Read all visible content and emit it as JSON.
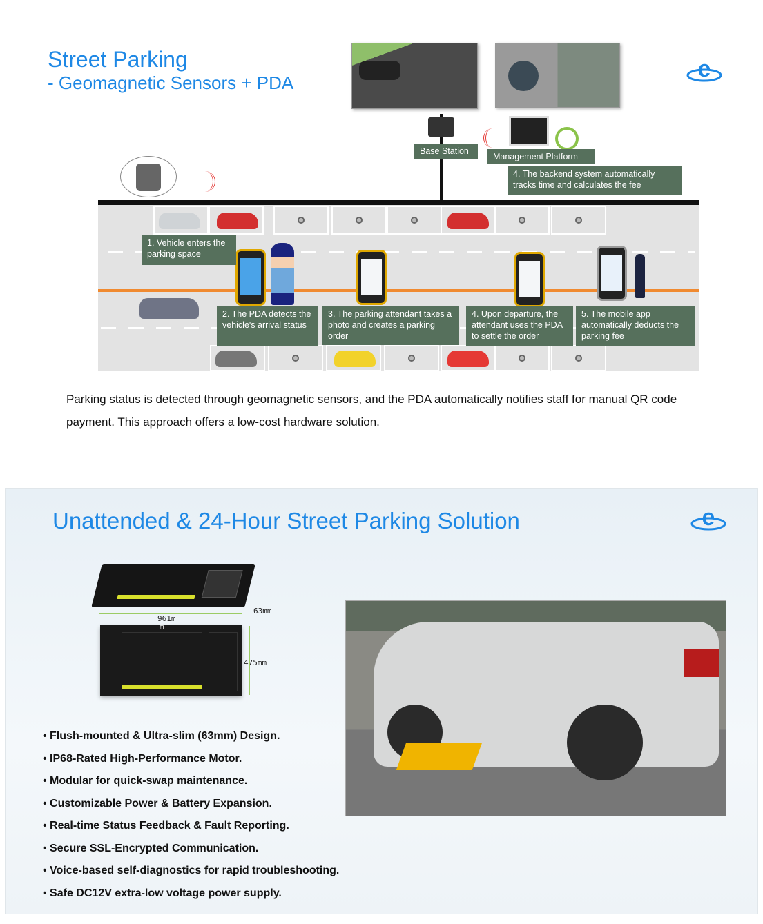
{
  "slide1": {
    "title": "Street Parking",
    "subtitle": "- Geomagnetic Sensors + PDA",
    "labels": {
      "base_station": "Base Station",
      "management_platform": "Management Platform",
      "step4_backend": "4. The backend system automatically tracks time and calculates the fee",
      "step1": "1. Vehicle enters the parking space",
      "step2": "2. The PDA detects the vehicle's arrival status",
      "step3": "3. The parking attendant takes a photo and creates a parking order",
      "step4_departure": "4. Upon departure, the attendant uses the PDA to settle the order",
      "step5": "5. The mobile app automatically deducts the parking fee"
    },
    "description": "Parking status is detected through geomagnetic sensors, and the PDA automatically notifies staff for manual QR code payment. This approach offers a low-cost hardware solution."
  },
  "slide2": {
    "title": "Unattended & 24-Hour Street Parking Solution",
    "dimensions": {
      "width": "961m",
      "width_tail": "m",
      "height": "63mm",
      "depth": "475mm"
    },
    "features": [
      "Flush-mounted & Ultra-slim (63mm) Design.",
      "IP68-Rated High-Performance Motor.",
      "Modular for quick-swap maintenance.",
      "Customizable Power & Battery Expansion.",
      "Real-time Status Feedback & Fault Reporting.",
      "Secure SSL-Encrypted Communication.",
      "Voice-based self-diagnostics for rapid troubleshooting.",
      "Safe DC12V extra-low voltage power supply."
    ]
  },
  "colors": {
    "accent": "#1e88e5",
    "label_bg": "#56705c"
  }
}
